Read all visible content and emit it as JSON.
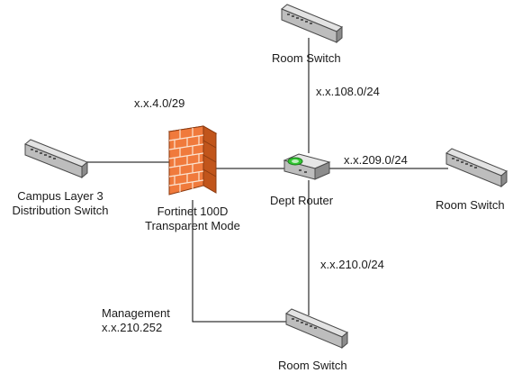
{
  "devices": {
    "campus": {
      "line1": "Campus Layer 3",
      "line2": "Distribution Switch",
      "icon": "switch-icon"
    },
    "firewall": {
      "line1": "Fortinet 100D",
      "line2": "Transparent Mode",
      "icon": "firewall-icon"
    },
    "router": {
      "label": "Dept Router",
      "icon": "router-icon"
    },
    "switch_top": {
      "label": "Room Switch",
      "icon": "switch-icon"
    },
    "switch_right": {
      "label": "Room Switch",
      "icon": "switch-icon"
    },
    "switch_bottom": {
      "label": "Room Switch",
      "icon": "switch-icon"
    }
  },
  "subnets": {
    "firewall": "x.x.4.0/29",
    "top": "x.x.108.0/24",
    "right": "x.x.209.0/24",
    "bottom": "x.x.210.0/24"
  },
  "management": {
    "line1": "Management",
    "line2": "x.x.210.252"
  },
  "colors": {
    "line": "#000000",
    "firewall_brick": "#f07a3c",
    "firewall_dark": "#c14f16",
    "switch_body": "#c9c9c9",
    "router_accent": "#32c832"
  }
}
